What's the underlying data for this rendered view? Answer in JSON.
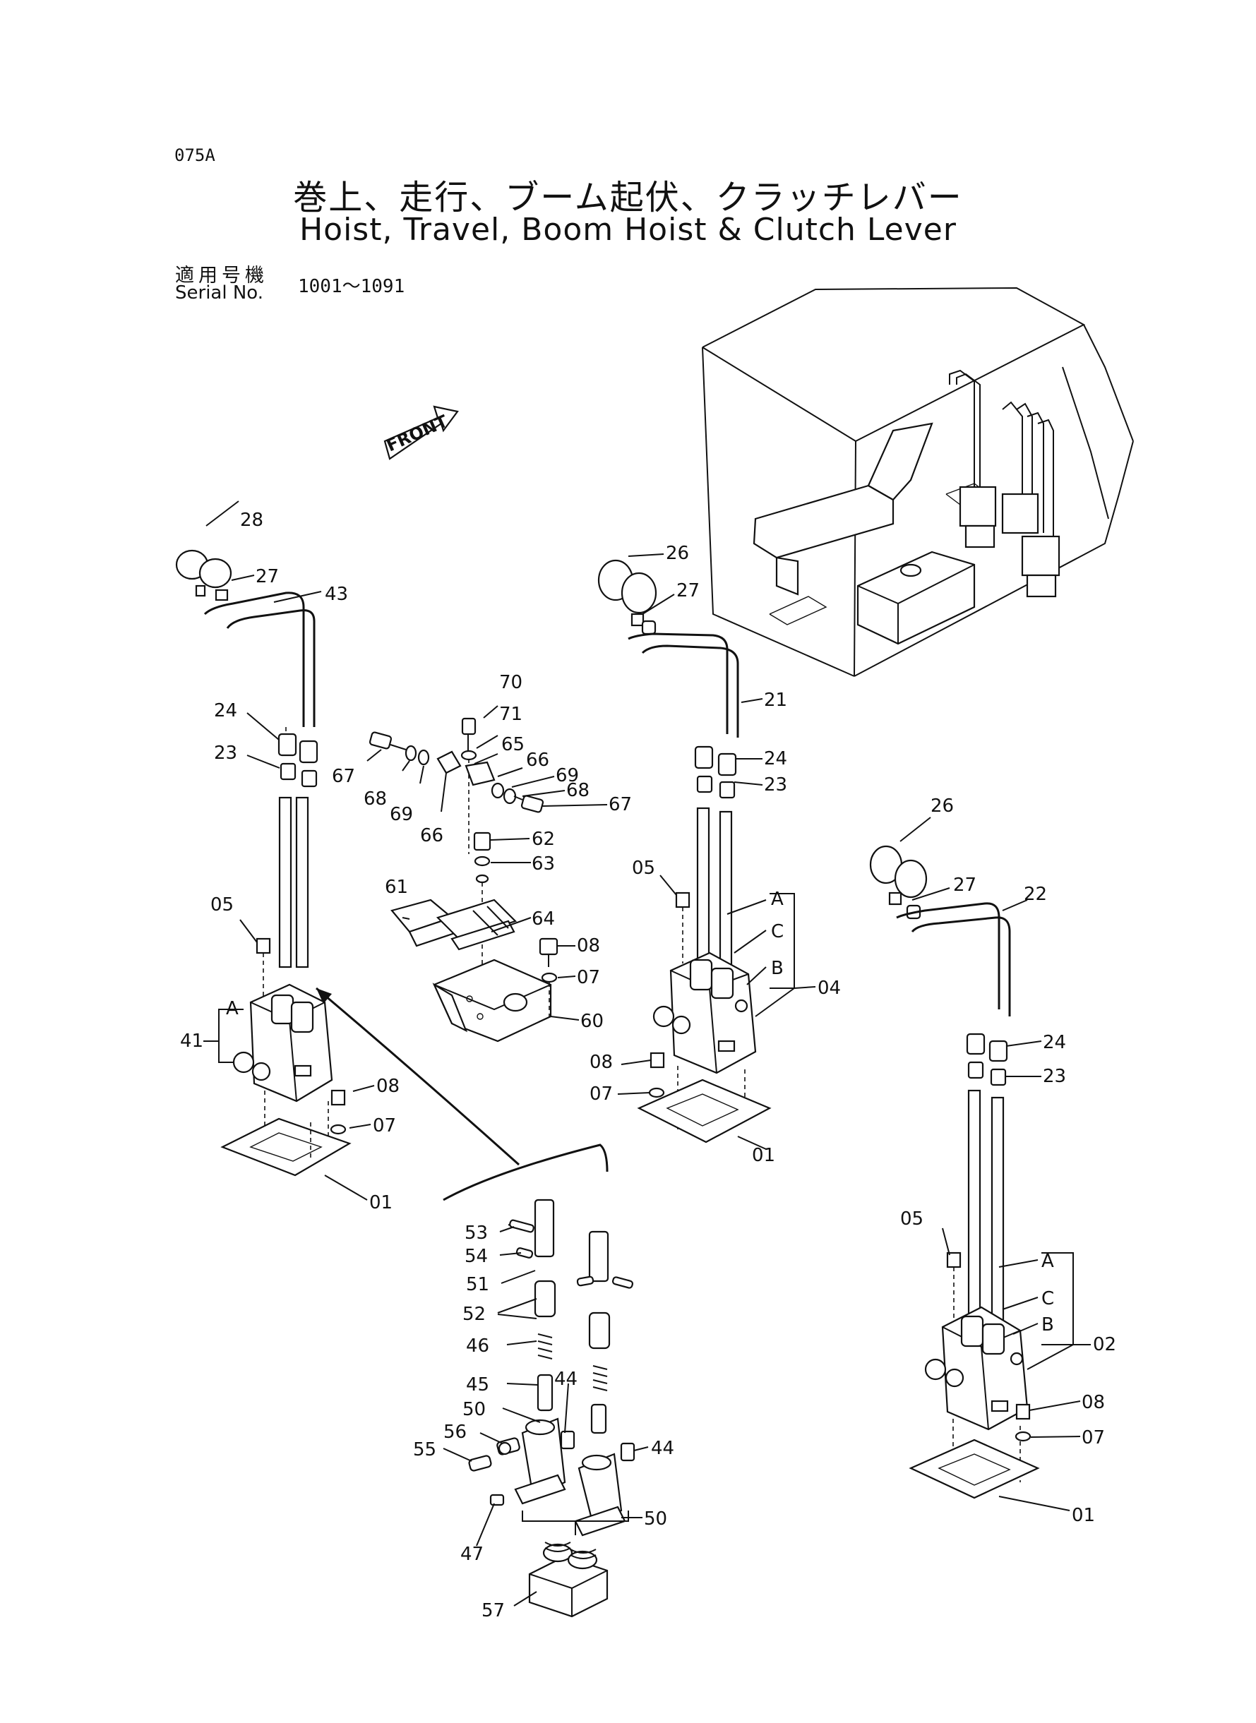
{
  "page_code": "075A",
  "title_jp": "巻上、走行、ブーム起伏、クラッチレバー",
  "title_en": "Hoist, Travel, Boom Hoist & Clutch Lever",
  "serial_label_jp": "適用号機",
  "serial_label_en": "Serial No.",
  "serial_range": "1001～1091",
  "front_label": "FRONT",
  "callouts": {
    "c28": "28",
    "c27a": "27",
    "c43": "43",
    "c24a": "24",
    "c23a": "23",
    "c05a": "05",
    "cAa": "A",
    "c41": "41",
    "c08a": "08",
    "c07a": "07",
    "c01a": "01",
    "c70": "70",
    "c71": "71",
    "c65": "65",
    "c66a": "66",
    "c69a": "69",
    "c68a": "68",
    "c67a": "67",
    "c67b": "67",
    "c68b": "68",
    "c69b": "69",
    "c66b": "66",
    "c62": "62",
    "c63": "63",
    "c61": "61",
    "c64": "64",
    "c08b": "08",
    "c07b": "07",
    "c60": "60",
    "c26a": "26",
    "c27b": "27",
    "c21": "21",
    "c24b": "24",
    "c23b": "23",
    "c05b": "05",
    "cAb": "A",
    "cCb": "C",
    "cBb": "B",
    "c04": "04",
    "c08c": "08",
    "c07c": "07",
    "c01b": "01",
    "c26b": "26",
    "c27c": "27",
    "c22": "22",
    "c24c": "24",
    "c23c": "23",
    "c05c": "05",
    "cAc": "A",
    "cCc": "C",
    "cBc": "B",
    "c02": "02",
    "c08d": "08",
    "c07d": "07",
    "c01c": "01",
    "c53": "53",
    "c54": "54",
    "c51": "51",
    "c52": "52",
    "c46": "46",
    "c45": "45",
    "c44a": "44",
    "c50a": "50",
    "c56": "56",
    "c55": "55",
    "c44b": "44",
    "c47": "47",
    "c50b": "50",
    "c57": "57"
  }
}
